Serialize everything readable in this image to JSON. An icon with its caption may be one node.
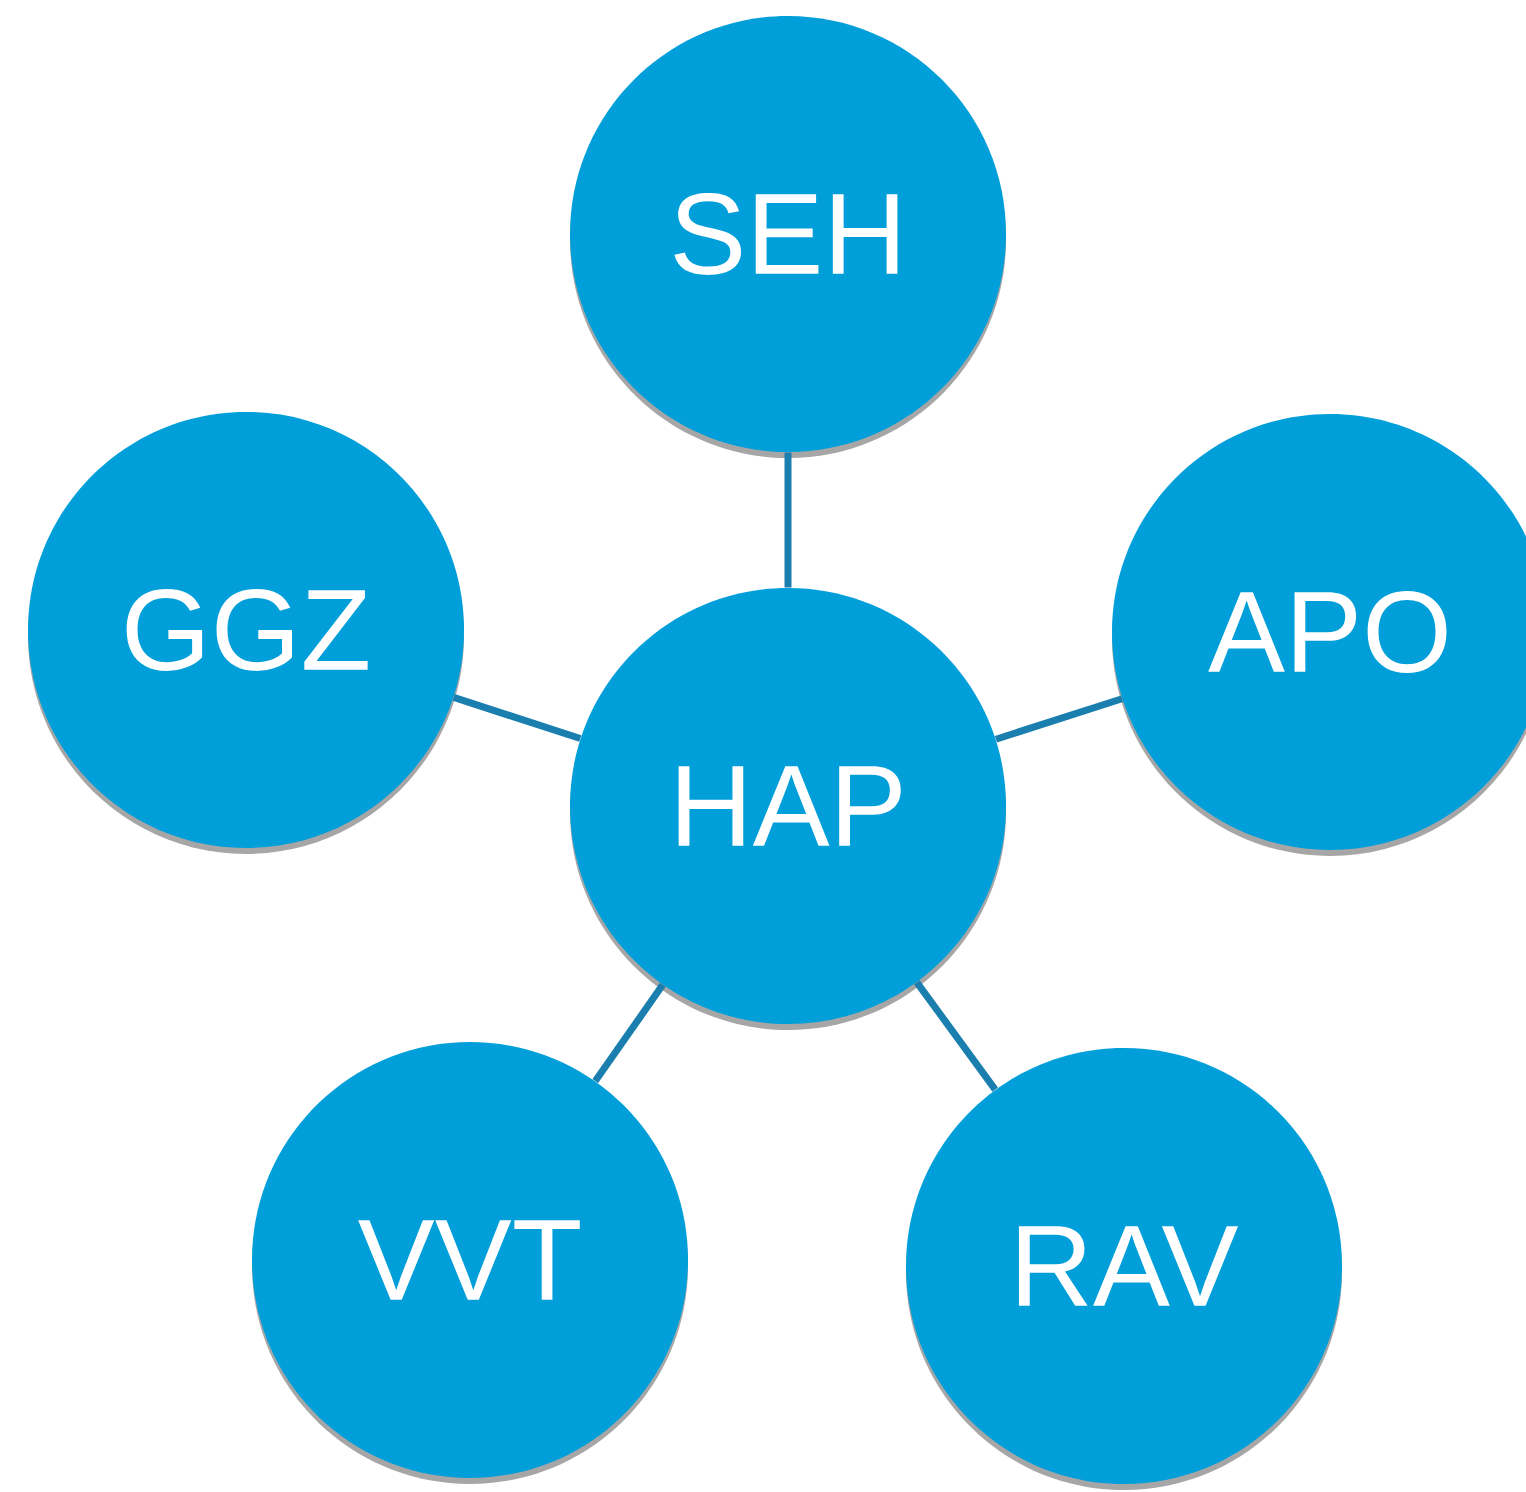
{
  "diagram": {
    "nodes": [
      {
        "text": [
          "SEH"
        ]
      },
      {
        "text": [
          "GGZ"
        ]
      },
      {
        "text": [
          "APO"
        ]
      },
      {
        "text": [
          "HAP"
        ]
      },
      {
        "text": [
          "VVT"
        ]
      },
      {
        "text": [
          "RAV"
        ]
      }
    ],
    "edges": [
      {
        "from": 3,
        "to": 0,
        "arrow": "none"
      },
      {
        "from": 3,
        "to": 1,
        "arrow": "none"
      },
      {
        "from": 3,
        "to": 2,
        "arrow": "none"
      },
      {
        "from": 3,
        "to": 4,
        "arrow": "none"
      },
      {
        "from": 3,
        "to": 5,
        "arrow": "none"
      }
    ]
  }
}
